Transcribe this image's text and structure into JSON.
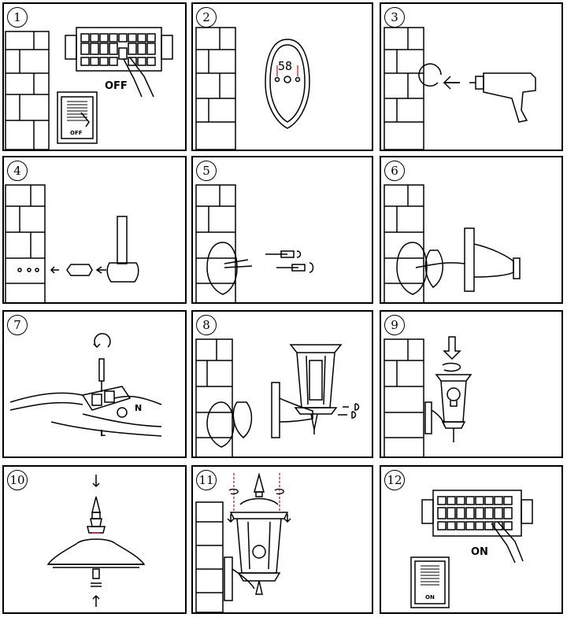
{
  "steps": [
    {
      "num": "1",
      "label": "OFF",
      "label2": "OFF"
    },
    {
      "num": "2",
      "label": "58"
    },
    {
      "num": "3"
    },
    {
      "num": "4"
    },
    {
      "num": "5"
    },
    {
      "num": "6"
    },
    {
      "num": "7",
      "label": "N",
      "label2": "L"
    },
    {
      "num": "8"
    },
    {
      "num": "9"
    },
    {
      "num": "10"
    },
    {
      "num": "11"
    },
    {
      "num": "12",
      "label": "ON",
      "label2": "ON"
    }
  ],
  "colors": {
    "ink": "#000000",
    "accent": "#d21f1f"
  }
}
